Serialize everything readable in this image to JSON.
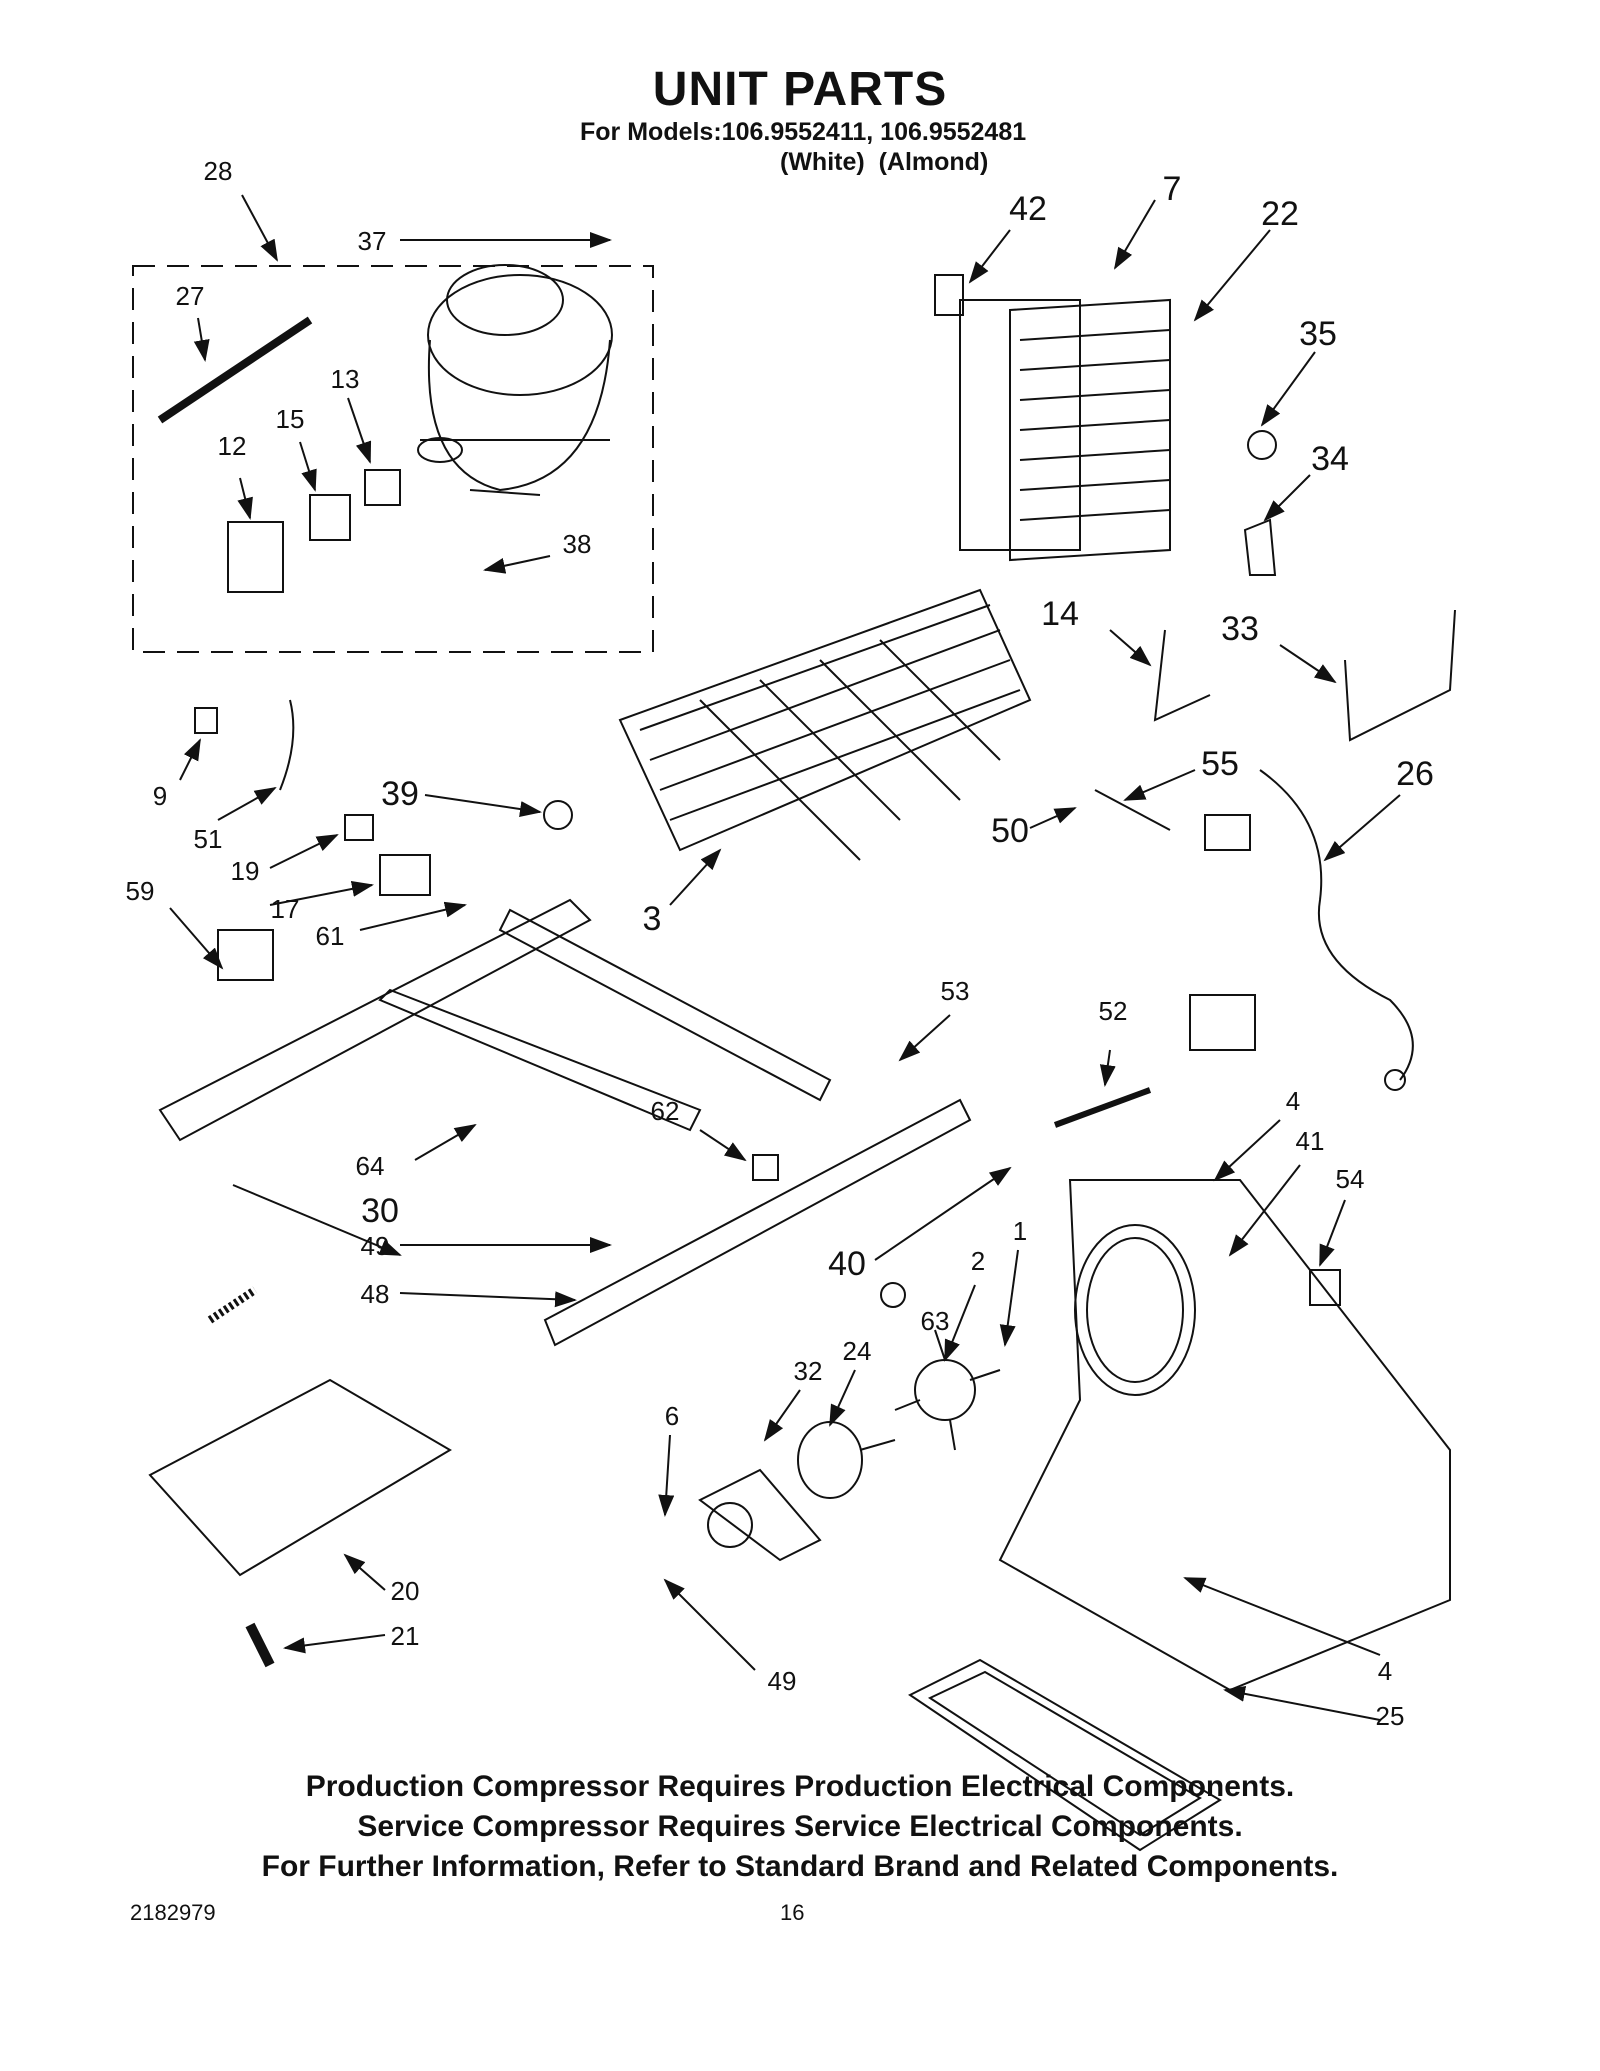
{
  "header": {
    "title": "UNIT PARTS",
    "models_line": "For Models:106.9552411, 106.9552481",
    "colors_line": "(White)  (Almond)"
  },
  "callouts": [
    "28",
    "37",
    "27",
    "13",
    "15",
    "12",
    "38",
    "42",
    "7",
    "22",
    "35",
    "34",
    "14",
    "33",
    "9",
    "51",
    "39",
    "55",
    "26",
    "19",
    "50",
    "17",
    "3",
    "59",
    "61",
    "53",
    "52",
    "62",
    "64",
    "30",
    "4",
    "41",
    "54",
    "49",
    "40",
    "2",
    "1",
    "48",
    "63",
    "32",
    "24",
    "6",
    "20",
    "21",
    "49",
    "4",
    "25"
  ],
  "notes": [
    "Production Compressor Requires Production Electrical Components.",
    "Service Compressor Requires Service Electrical Components.",
    "For Further Information, Refer to Standard Brand and Related Components."
  ],
  "footer": {
    "doc_number": "2182979",
    "page_number": "16"
  }
}
